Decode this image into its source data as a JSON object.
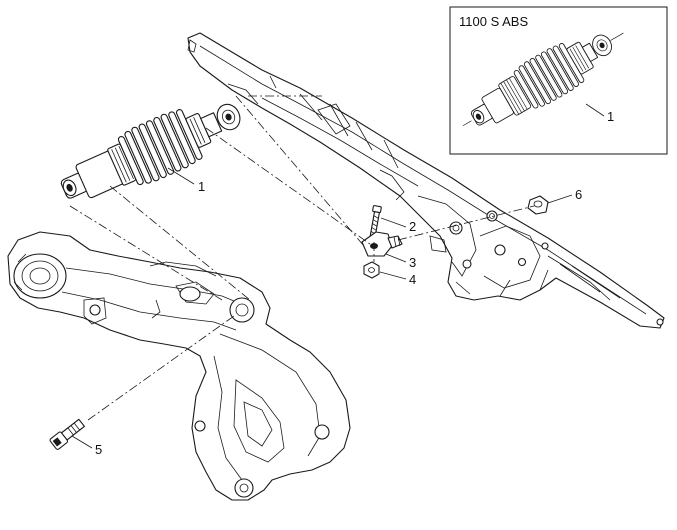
{
  "inset": {
    "title": "1100 S ABS"
  },
  "callouts": {
    "shock_absorber": "1",
    "inset_shock_absorber": "1",
    "bolt": "2",
    "bracket": "3",
    "nut": "4",
    "pivot_bolt": "5",
    "rubber_cap": "6"
  }
}
